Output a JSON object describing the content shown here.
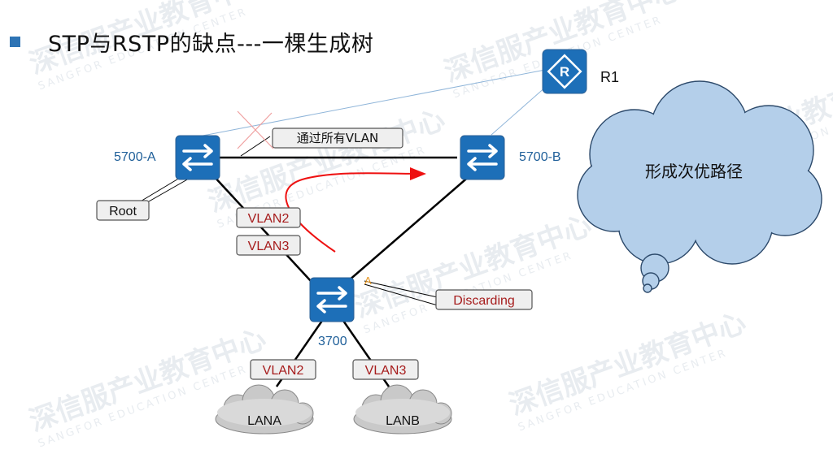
{
  "title": "STP与RSTP的缺点---一棵生成树",
  "watermark": {
    "text": "深信服产业教育中心",
    "subtext": "SANGFOR EDUCATION CENTER"
  },
  "nodes": {
    "sw_a": {
      "label": "5700-A"
    },
    "sw_b": {
      "label": "5700-B"
    },
    "sw_c": {
      "label": "3700"
    },
    "router": {
      "label": "R1",
      "symbol": "R"
    }
  },
  "labels": {
    "trunk": "通过所有VLAN",
    "root": "Root",
    "a_vlan2": "VLAN2",
    "a_vlan3": "VLAN3",
    "port_state": "Discarding",
    "port_marker": "A",
    "lan_a_vlan": "VLAN2",
    "lan_b_vlan": "VLAN3"
  },
  "clouds": {
    "lan_a": "LANA",
    "lan_b": "LANB",
    "thought": "形成次优路径"
  },
  "colors": {
    "switch": "#1d6fb8",
    "vlan_text": "#a61c1c",
    "node_label": "#1f5f99",
    "path": "#ee1111",
    "cloud": "#b4cfea"
  }
}
